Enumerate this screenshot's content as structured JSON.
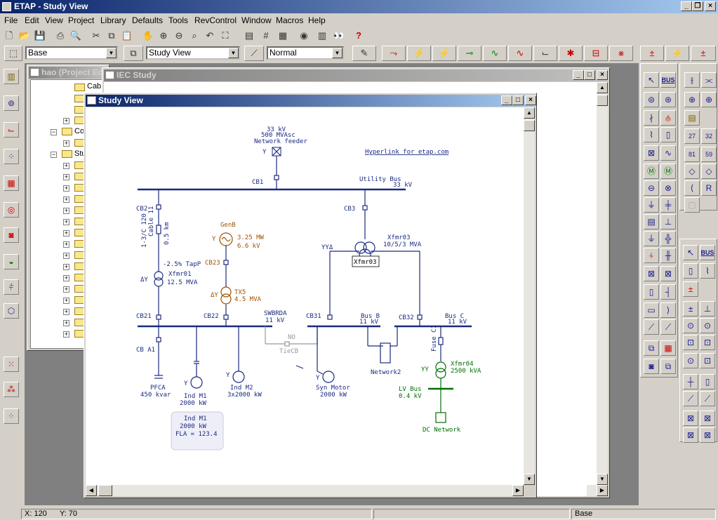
{
  "app": {
    "title": "ETAP - Study View"
  },
  "menu": [
    "File",
    "Edit",
    "View",
    "Project",
    "Library",
    "Defaults",
    "Tools",
    "RevControl",
    "Window",
    "Macros",
    "Help"
  ],
  "toolbar2": {
    "presentation": "Base",
    "view": "Study View",
    "mode": "Normal"
  },
  "windows": {
    "project": {
      "title": "hao (Project Ed",
      "tree": [
        "Cab",
        "Co",
        "Stu"
      ]
    },
    "iec": {
      "title": "IEC Study"
    },
    "study": {
      "title": "Study View"
    }
  },
  "diagram": {
    "hyperlink": "Hyperlink for etap.com",
    "feeder": {
      "kv": "33 kV",
      "mva": "500 MVAsc",
      "name": "Network feeder",
      "conn": "Y"
    },
    "cb1": "CB1",
    "utility_bus": {
      "name": "Utility Bus",
      "kv": "33 kV"
    },
    "cb2": "CB2",
    "cb3": "CB3",
    "cable": {
      "name": "Cable 11",
      "size": "1-3/C 120",
      "len": "0.5 km"
    },
    "genb": {
      "name": "GenB",
      "mw": "3.25 MW",
      "kv": "6.6 kV",
      "conn": "Y"
    },
    "cb23": "CB23",
    "tx5": {
      "name": "TX5",
      "mva": "4.5 MVA",
      "conn": "ΔY"
    },
    "tap": "-2.5% TapP",
    "xfmr01": {
      "name": "Xfmr01",
      "mva": "12.5 MVA",
      "conn": "ΔY"
    },
    "xfmr03": {
      "name": "Xfmr03",
      "mva": "10/5/3 MVA",
      "conn": "YYΔ",
      "box": "Xfmr03"
    },
    "cb21": "CB21",
    "cb22": "CB22",
    "swbrda": {
      "name": "SWBRDA",
      "kv": "11 kV"
    },
    "tiecb": {
      "no": "NO",
      "name": "TieCB"
    },
    "cb31": "CB31",
    "busb": {
      "name": "Bus B",
      "kv": "11 kV"
    },
    "cb32": "CB32",
    "busc": {
      "name": "Bus C",
      "kv": "11 kV"
    },
    "fuse": "Fuse C1",
    "xfmr04": {
      "name": "Xfmr04",
      "kva": "2500 kVA",
      "conn": "YY"
    },
    "lvbus": {
      "name": "LV Bus",
      "kv": "0.4 kV"
    },
    "dcnet": "DC Network",
    "network2": "Network2",
    "cba1": "CB A1",
    "pfca": {
      "name": "PFCA",
      "kvar": "450 kvar"
    },
    "indm1": {
      "name": "Ind M1",
      "kw": "2000 kW",
      "conn": "Y"
    },
    "indm2": {
      "name": "Ind M2",
      "kw": "3x2000 kW",
      "conn": "Y"
    },
    "synmotor": {
      "name": "Syn Motor",
      "kw": "2000 kW",
      "conn": "Y"
    },
    "tooltip": {
      "name": "Ind M1",
      "kw": "2000 kW",
      "fla": "FLA = 123.4"
    }
  },
  "status": {
    "x": "X: 120",
    "y": "Y: 70",
    "presentation": "Base"
  },
  "colors": {
    "bus": "#1a2a80",
    "gen": "#a05000",
    "lv": "#007000",
    "title": "#0a246a"
  }
}
